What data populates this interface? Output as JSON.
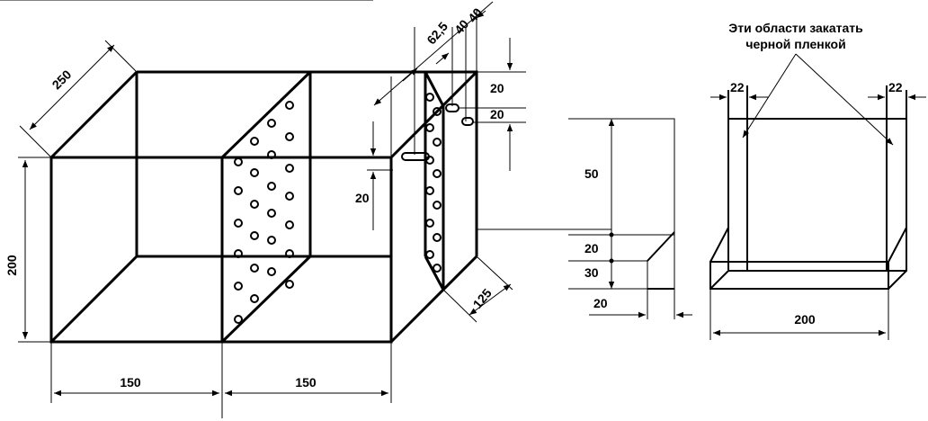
{
  "note": {
    "line1": "Эти области закатать",
    "line2": "черной пленкой"
  },
  "box": {
    "depth": "250",
    "height": "200",
    "width_left": "150",
    "width_right": "150",
    "offset_62_5": "62,5",
    "offset_40_a": "40",
    "offset_40_b": "40",
    "right_20_top": "20",
    "right_20_bottom": "20",
    "left_20": "20",
    "depth_125": "125"
  },
  "profile": {
    "h50": "50",
    "h20": "20",
    "h30": "30",
    "w20": "20"
  },
  "front_view": {
    "left22": "22",
    "right22": "22",
    "width200": "200"
  }
}
